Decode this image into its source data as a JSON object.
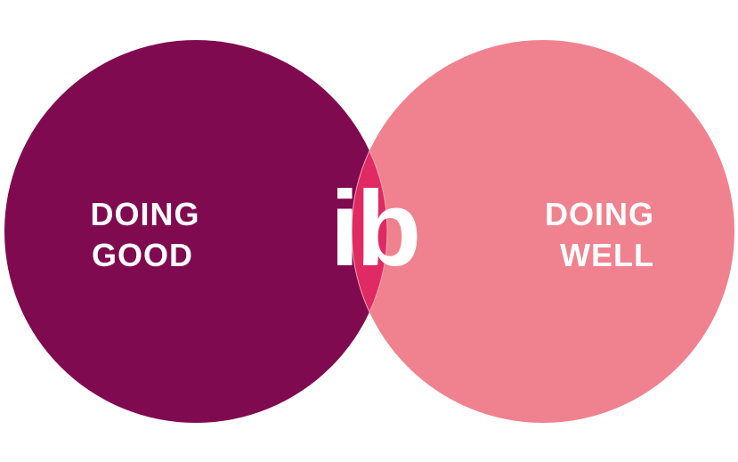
{
  "diagram": {
    "left_circle": {
      "label_line1": "DOING",
      "label_line2": "GOOD",
      "color": "#800A50"
    },
    "right_circle": {
      "label_line1": "DOING",
      "label_line2": "WELL",
      "color": "#F0828F"
    },
    "intersection": {
      "logo_text": "ib",
      "color": "#E02A63"
    }
  }
}
